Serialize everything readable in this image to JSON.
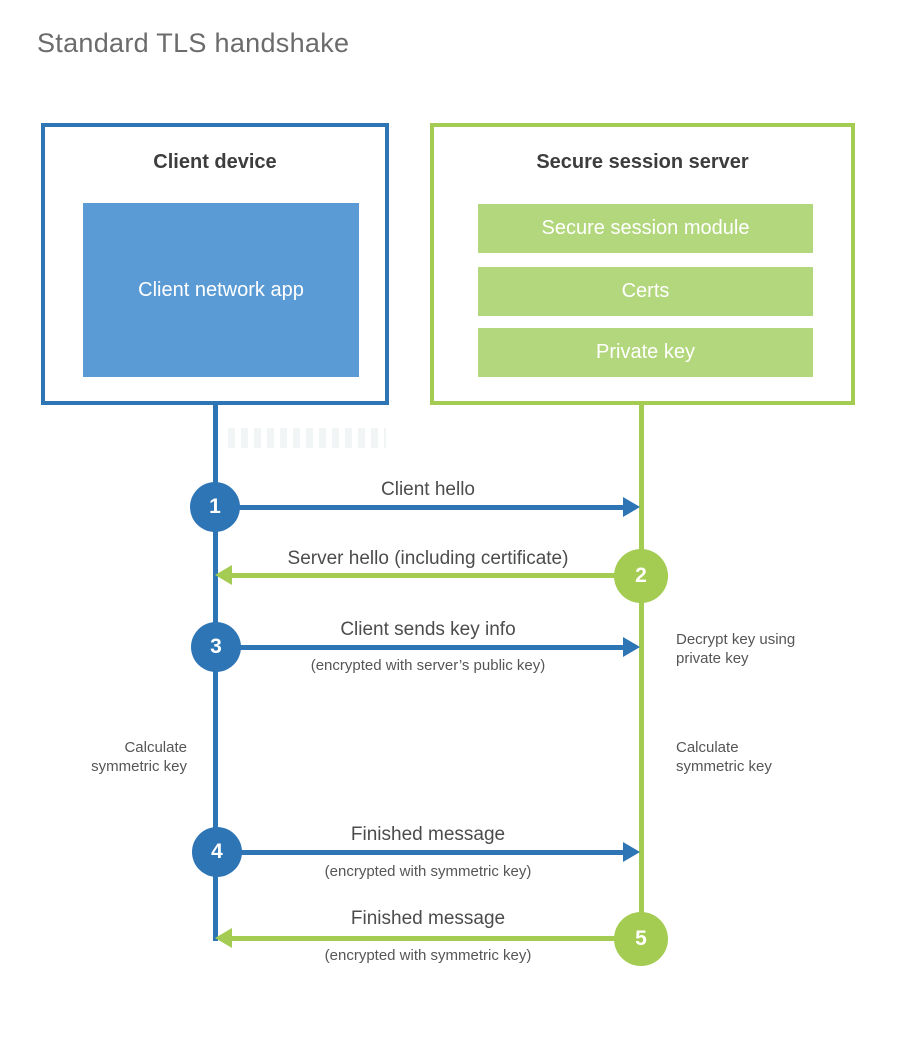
{
  "title": "Standard TLS handshake",
  "colors": {
    "blue": "#2e75b6",
    "blue-fill": "#5b9bd5",
    "green": "#a4cc52",
    "green-fill": "#b3d77c"
  },
  "client_box": {
    "heading": "Client device",
    "app": "Client network app"
  },
  "server_box": {
    "heading": "Secure session server",
    "modules": [
      "Secure session module",
      "Certs",
      "Private key"
    ]
  },
  "steps": [
    {
      "num": "1",
      "label": "Client hello",
      "sublabel": "",
      "direction": "client-to-server"
    },
    {
      "num": "2",
      "label": "Server hello (including certificate)",
      "sublabel": "",
      "direction": "server-to-client"
    },
    {
      "num": "3",
      "label": "Client sends key info",
      "sublabel": "(encrypted with server’s public key)",
      "direction": "client-to-server"
    },
    {
      "num": "4",
      "label": "Finished message",
      "sublabel": "(encrypted with symmetric key)",
      "direction": "client-to-server"
    },
    {
      "num": "5",
      "label": "Finished message",
      "sublabel": "(encrypted with symmetric key)",
      "direction": "server-to-client"
    }
  ],
  "side_notes": {
    "decrypt": "Decrypt key using private key",
    "calc_left": "Calculate symmetric key",
    "calc_right": "Calculate symmetric key"
  }
}
